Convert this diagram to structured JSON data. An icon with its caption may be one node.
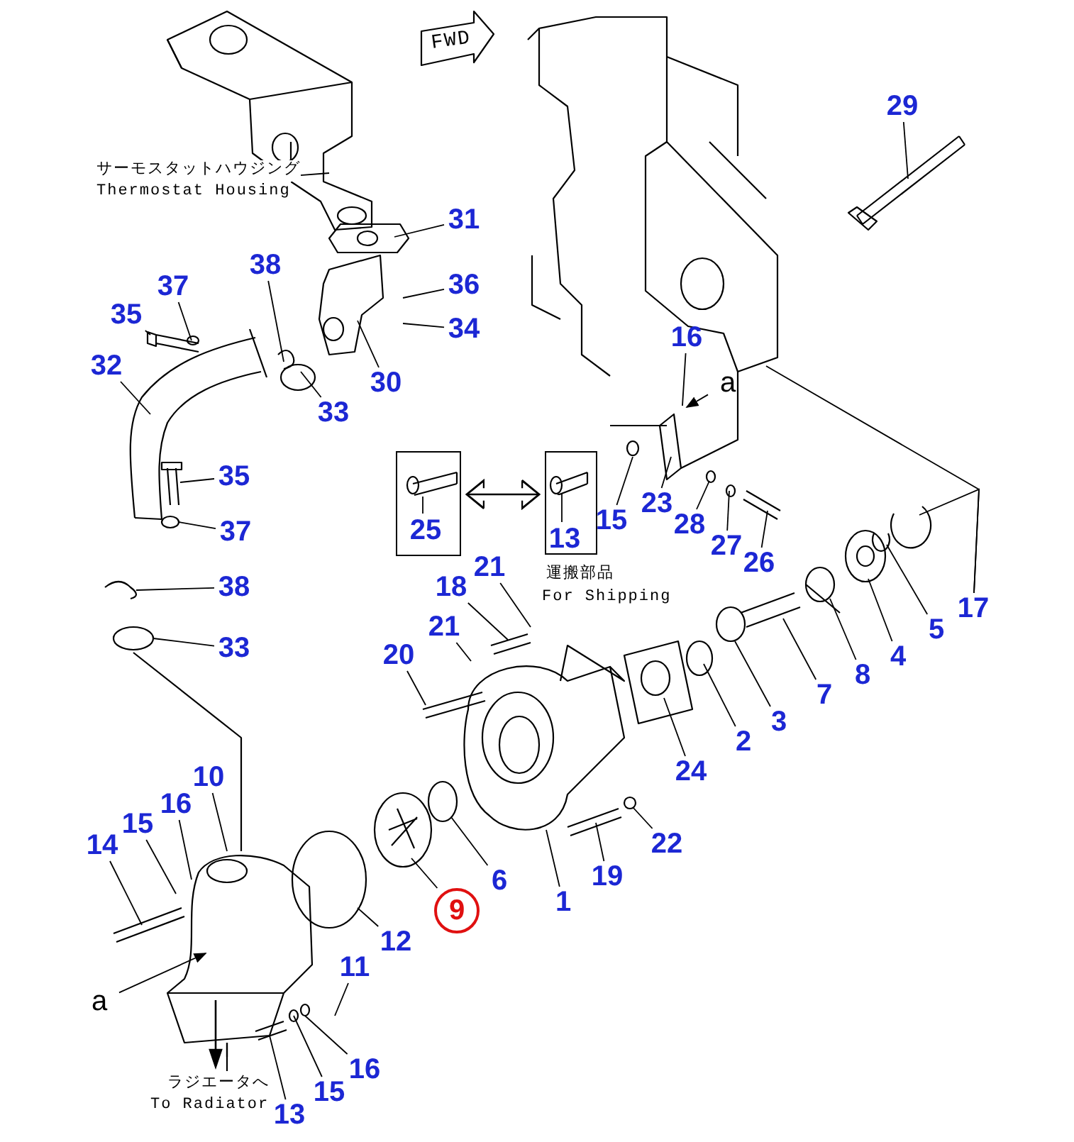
{
  "diagram": {
    "nodes": [
      {
        "text": [
          "サーモスタットハウジング",
          "Thermostat Housing"
        ]
      },
      {
        "text": [
          "29"
        ]
      },
      {
        "text": [
          "31"
        ]
      },
      {
        "text": [
          "38"
        ]
      },
      {
        "text": [
          "36"
        ]
      },
      {
        "text": [
          "37"
        ]
      },
      {
        "text": [
          "35"
        ]
      },
      {
        "text": [
          "34"
        ]
      },
      {
        "text": [
          "16"
        ]
      },
      {
        "text": [
          "32"
        ]
      },
      {
        "text": [
          "a"
        ]
      },
      {
        "text": [
          "30"
        ]
      },
      {
        "text": [
          "33"
        ]
      },
      {
        "text": [],
        "shape": "box"
      },
      {
        "text": [
          "25"
        ],
        "in": 13
      },
      {
        "text": [],
        "shape": "box"
      },
      {
        "text": [
          "13"
        ],
        "in": 15
      },
      {
        "text": [
          "35"
        ]
      },
      {
        "text": [
          "15"
        ]
      },
      {
        "text": [
          "23"
        ]
      },
      {
        "text": [
          "28"
        ]
      },
      {
        "text": [
          "37"
        ]
      },
      {
        "text": [
          "27"
        ]
      },
      {
        "text": [
          "26"
        ]
      },
      {
        "text": [
          "21"
        ]
      },
      {
        "text": [
          "38"
        ]
      },
      {
        "text": [
          "18"
        ]
      },
      {
        "text": [
          "17"
        ]
      },
      {
        "text": [
          "5"
        ]
      },
      {
        "text": [
          "21"
        ]
      },
      {
        "text": [
          "4"
        ]
      },
      {
        "text": [
          "33"
        ]
      },
      {
        "text": [
          "20"
        ]
      },
      {
        "text": [
          "8"
        ]
      },
      {
        "text": [
          "7"
        ]
      },
      {
        "text": [
          "3"
        ]
      },
      {
        "text": [
          "2"
        ]
      },
      {
        "text": [
          "24"
        ]
      },
      {
        "text": [
          "10"
        ]
      },
      {
        "text": [
          "16"
        ]
      },
      {
        "text": [
          "15"
        ]
      },
      {
        "text": [
          "22"
        ]
      },
      {
        "text": [
          "14"
        ]
      },
      {
        "text": [
          "19"
        ]
      },
      {
        "text": [
          "6"
        ]
      },
      {
        "text": [
          "1"
        ]
      },
      {
        "text": [
          "9"
        ]
      },
      {
        "text": [
          "12"
        ]
      },
      {
        "text": [
          "11"
        ]
      },
      {
        "text": [
          "a"
        ]
      },
      {
        "text": [
          "16"
        ]
      },
      {
        "text": [
          "15"
        ]
      },
      {
        "text": [
          "13"
        ]
      },
      {
        "text": [],
        "shape": "picture",
        "in": 13
      },
      {
        "text": [],
        "shape": "picture",
        "in": 15
      }
    ],
    "edges": [
      {
        "from": 0,
        "to": null,
        "arrow": "none"
      },
      {
        "from": 1,
        "to": null,
        "arrow": "none"
      },
      {
        "from": 2,
        "to": null,
        "arrow": "none"
      },
      {
        "from": 3,
        "to": null,
        "arrow": "none"
      },
      {
        "from": 4,
        "to": null,
        "arrow": "none"
      },
      {
        "from": 5,
        "to": null,
        "arrow": "none"
      },
      {
        "from": 6,
        "to": null,
        "arrow": "none"
      },
      {
        "from": 7,
        "to": null,
        "arrow": "none"
      },
      {
        "from": 8,
        "to": null,
        "arrow": "none"
      },
      {
        "from": 9,
        "to": null,
        "arrow": "none"
      },
      {
        "from": 10,
        "to": null,
        "arrow": "to"
      },
      {
        "from": 11,
        "to": null,
        "arrow": "none"
      },
      {
        "from": 12,
        "to": null,
        "arrow": "none"
      },
      {
        "from": 14,
        "to": 53,
        "arrow": "none"
      },
      {
        "from": 16,
        "to": 54,
        "arrow": "none"
      },
      {
        "from": 13,
        "to": 15,
        "arrow": "both"
      },
      {
        "from": 17,
        "to": null,
        "arrow": "none"
      },
      {
        "from": 18,
        "to": null,
        "arrow": "none"
      },
      {
        "from": 19,
        "to": null,
        "arrow": "none"
      },
      {
        "from": 20,
        "to": null,
        "arrow": "none"
      },
      {
        "from": 21,
        "to": null,
        "arrow": "none"
      },
      {
        "from": 22,
        "to": null,
        "arrow": "none"
      },
      {
        "from": 23,
        "to": null,
        "arrow": "none"
      },
      {
        "from": 24,
        "to": null,
        "arrow": "none"
      },
      {
        "from": 25,
        "to": null,
        "arrow": "none"
      },
      {
        "from": 26,
        "to": null,
        "arrow": "none"
      },
      {
        "from": 27,
        "to": null,
        "arrow": "none"
      },
      {
        "from": 27,
        "to": null,
        "arrow": "none"
      },
      {
        "from": 28,
        "to": null,
        "arrow": "none"
      },
      {
        "from": 29,
        "to": null,
        "arrow": "none"
      },
      {
        "from": 30,
        "to": null,
        "arrow": "none"
      },
      {
        "from": 31,
        "to": null,
        "arrow": "none"
      },
      {
        "from": 32,
        "to": null,
        "arrow": "none"
      },
      {
        "from": 33,
        "to": null,
        "arrow": "none"
      },
      {
        "from": 34,
        "to": null,
        "arrow": "none"
      },
      {
        "from": 35,
        "to": null,
        "arrow": "none"
      },
      {
        "from": 36,
        "to": null,
        "arrow": "none"
      },
      {
        "from": 37,
        "to": null,
        "arrow": "none"
      },
      {
        "from": 38,
        "to": null,
        "arrow": "none"
      },
      {
        "from": 39,
        "to": null,
        "arrow": "none"
      },
      {
        "from": 40,
        "to": null,
        "arrow": "none"
      },
      {
        "from": 41,
        "to": null,
        "arrow": "none"
      },
      {
        "from": 42,
        "to": null,
        "arrow": "none"
      },
      {
        "from": 43,
        "to": null,
        "arrow": "none"
      },
      {
        "from": 44,
        "to": null,
        "arrow": "none"
      },
      {
        "from": 45,
        "to": null,
        "arrow": "none"
      },
      {
        "from": 46,
        "to": null,
        "arrow": "none"
      },
      {
        "from": 47,
        "to": null,
        "arrow": "none"
      },
      {
        "from": 48,
        "to": null,
        "arrow": "none"
      },
      {
        "from": 49,
        "to": null,
        "arrow": "to"
      },
      {
        "from": 50,
        "to": null,
        "arrow": "none"
      },
      {
        "from": 51,
        "to": null,
        "arrow": "none"
      },
      {
        "from": 52,
        "to": null,
        "arrow": "none"
      }
    ],
    "labels": [
      "FWD",
      "運搬部品",
      "For Shipping",
      "ラジエータへ",
      "To Radiator"
    ]
  }
}
